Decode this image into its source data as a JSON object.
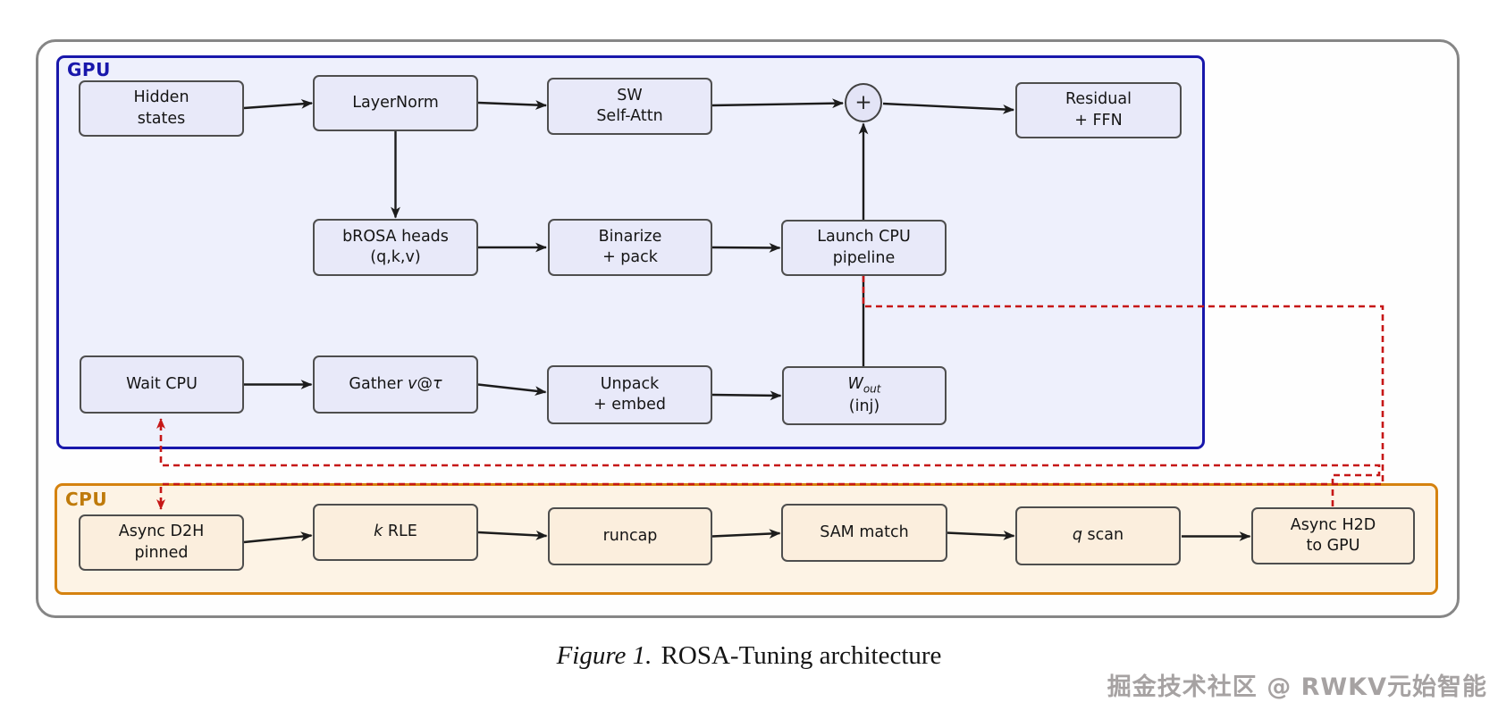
{
  "figure": {
    "caption_label": "Figure 1.",
    "caption_text": "ROSA-Tuning architecture"
  },
  "watermark": "掘金技术社区 @ RWKV元始智能",
  "colors": {
    "gpu_border": "#1817ab",
    "gpu_fill": "#eef0fc",
    "cpu_border": "#d5820f",
    "cpu_fill": "#fdf3e5",
    "gpu_node_fill": "#e8e9f9",
    "cpu_node_fill": "#fbeedd",
    "dashed_signal_red": "#c61717",
    "arrow_black": "#1c1c1c"
  },
  "gpu": {
    "label": "GPU",
    "nodes": {
      "hidden": {
        "line1": "Hidden",
        "line2": "states"
      },
      "layernorm": {
        "line1": "LayerNorm"
      },
      "sw": {
        "line1": "SW",
        "line2": "Self-Attn"
      },
      "plus": {
        "label": "+"
      },
      "residual": {
        "line1": "Residual",
        "line2": "+ FFN"
      },
      "brosa": {
        "line1": "bROSA heads",
        "line2": "(q,k,v)"
      },
      "binarize": {
        "line1": "Binarize",
        "line2": "+ pack"
      },
      "launch": {
        "line1": "Launch CPU",
        "line2": "pipeline"
      },
      "waitcpu": {
        "line1": "Wait CPU"
      },
      "gather": {
        "prefix": "Gather ",
        "v": "v",
        "at": "@",
        "tau": "τ"
      },
      "unpack": {
        "line1": "Unpack",
        "line2": "+ embed"
      },
      "wout": {
        "w": "W",
        "sub": "out",
        "line2": "(inj)"
      }
    }
  },
  "cpu": {
    "label": "CPU",
    "nodes": {
      "asyncd2h": {
        "line1": "Async D2H",
        "line2": "pinned"
      },
      "krle": {
        "k": "k",
        "rest": " RLE"
      },
      "runcap": {
        "line1": "runcap"
      },
      "sammatch": {
        "line1": "SAM match"
      },
      "qscan": {
        "q": "q",
        "rest": " scan"
      },
      "asynch2d": {
        "line1": "Async H2D",
        "line2": "to GPU"
      }
    }
  },
  "edges": {
    "solid": [
      "Hidden states → LayerNorm",
      "LayerNorm → SW Self-Attn",
      "SW Self-Attn → +",
      "+ → Residual + FFN",
      "LayerNorm → bROSA heads (q,k,v)",
      "bROSA heads → Binarize + pack",
      "Binarize + pack → Launch CPU pipeline",
      "Launch CPU pipeline → +",
      "Launch CPU pipeline — Wout (inj)",
      "Wait CPU → Gather v@τ",
      "Gather v@τ → Unpack + embed",
      "Unpack + embed → Wout (inj)",
      "Async D2H pinned → k RLE",
      "k RLE → runcap",
      "runcap → SAM match",
      "SAM match → q scan",
      "q scan → Async H2D to GPU"
    ],
    "dashed_red": [
      "Launch CPU pipeline ⇢ Async D2H pinned",
      "Async H2D to GPU ⇢ Wait CPU"
    ]
  }
}
